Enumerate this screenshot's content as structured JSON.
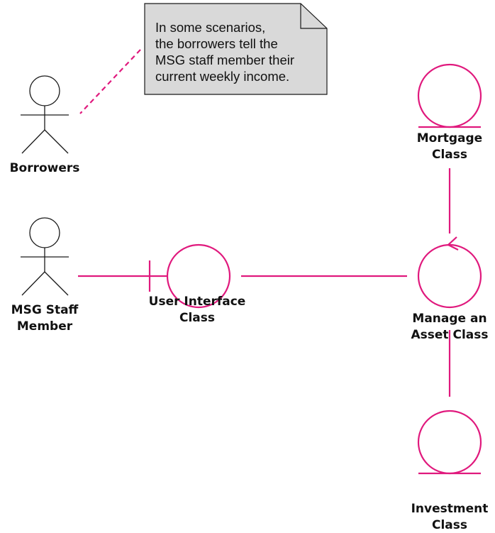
{
  "colors": {
    "accent": "#e0197d",
    "stroke": "#1a1a1a",
    "note_fill": "#d9d9d9"
  },
  "note": {
    "lines": [
      "In some scenarios,",
      "the borrowers tell the",
      "MSG staff member their",
      "current weekly income."
    ]
  },
  "actors": {
    "borrowers": {
      "label": "Borrowers"
    },
    "staff": {
      "label_1": "MSG Staff",
      "label_2": "Member"
    }
  },
  "classes": {
    "user_interface": {
      "label_1": "User Interface",
      "label_2": "Class",
      "icon": "boundary-class-icon"
    },
    "manage_asset": {
      "label_1": "Manage an",
      "label_2": "Asset Class",
      "icon": "control-class-icon"
    },
    "mortgage": {
      "label_1": "Mortgage",
      "label_2": "Class",
      "icon": "entity-class-icon"
    },
    "investment": {
      "label_1": "Investment",
      "label_2": "Class",
      "icon": "entity-class-icon"
    }
  }
}
